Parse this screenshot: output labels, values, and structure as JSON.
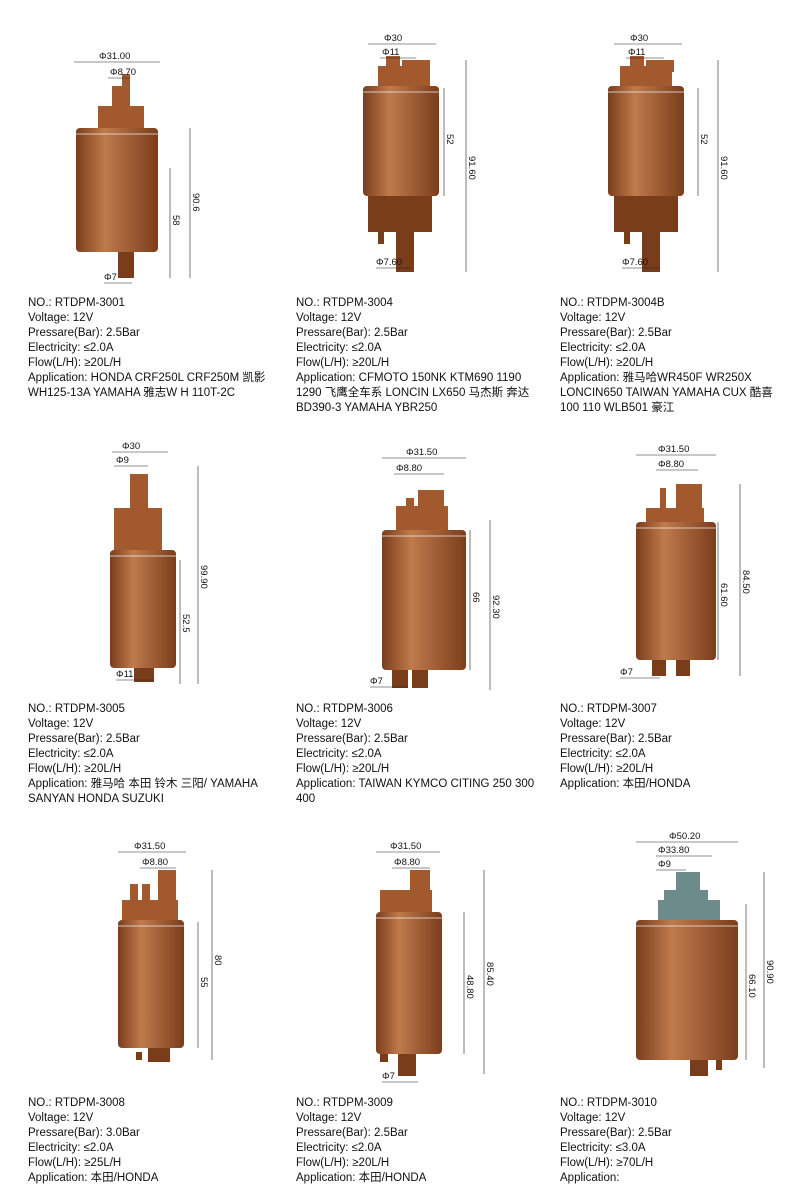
{
  "spec_labels": {
    "no": "NO.:",
    "voltage": "Voltage:",
    "pressure": "Pressare(Bar):",
    "electricity": "Electricity:",
    "flow": "Flow(L/H):",
    "application": "Application:"
  },
  "colors": {
    "body": "#a3592e",
    "body_dark": "#7a3d1c",
    "body_light": "#c07a4c",
    "cap": "#9a9a9a",
    "pump_3010_top": "#6e8b8b"
  },
  "products": [
    {
      "model": "RTDPM-3001",
      "voltage": "12V",
      "pressure": "2.5Bar",
      "electricity": "≤2.0A",
      "flow": "≥20L/H",
      "application": "HONDA CRF250L CRF250M 凯影WH125-13A YAMAHA 雅志W H 110T-2C",
      "dims": {
        "top_outer": "Φ31.00",
        "top_inner": "Φ8.70",
        "right_outer": "90.6",
        "right_inner": "58",
        "bottom": "Φ7"
      }
    },
    {
      "model": "RTDPM-3004",
      "voltage": "12V",
      "pressure": "2.5Bar",
      "electricity": "≤2.0A",
      "flow": "≥20L/H",
      "application": "CFMOTO 150NK KTM690 1190 1290 飞鹰全车系 LONCIN LX650 马杰斯 奔达BD390-3 YAMAHA YBR250",
      "dims": {
        "top_outer": "Φ30",
        "top_inner": "Φ11",
        "right_outer": "91.60",
        "right_inner": "52",
        "bottom": "Φ7.60"
      }
    },
    {
      "model": "RTDPM-3004B",
      "voltage": "12V",
      "pressure": "2.5Bar",
      "electricity": "≤2.0A",
      "flow": "≥20L/H",
      "application": "雅马哈WR450F WR250X LONCIN650 TAIWAN YAMAHA CUX 酷喜100 110 WLB501 豪江",
      "dims": {
        "top_outer": "Φ30",
        "top_inner": "Φ11",
        "right_outer": "91.60",
        "right_inner": "52",
        "bottom": "Φ7.60"
      }
    },
    {
      "model": "RTDPM-3005",
      "voltage": "12V",
      "pressure": "2.5Bar",
      "electricity": "≤2.0A",
      "flow": "≥20L/H",
      "application": "雅马哈 本田 铃木 三阳/ YAMAHA SANYAN HONDA SUZUKI",
      "dims": {
        "top_outer": "Φ30",
        "top_inner": "Φ9",
        "right_outer": "99.90",
        "right_inner": "52.5",
        "bottom": "Φ11"
      }
    },
    {
      "model": "RTDPM-3006",
      "voltage": "12V",
      "pressure": "2.5Bar",
      "electricity": "≤2.0A",
      "flow": "≥20L/H",
      "application": "TAIWAN KYMCO CITING 250 300 400",
      "dims": {
        "top_outer": "Φ31.50",
        "top_inner": "Φ8.80",
        "right_outer": "92.30",
        "right_inner": "66",
        "bottom": "Φ7"
      }
    },
    {
      "model": "RTDPM-3007",
      "voltage": "12V",
      "pressure": "2.5Bar",
      "electricity": "≤2.0A",
      "flow": "≥20L/H",
      "application": "本田/HONDA",
      "dims": {
        "top_outer": "Φ31.50",
        "top_inner": "Φ8.80",
        "right_outer": "84.50",
        "right_inner": "61.60",
        "bottom": "Φ7"
      }
    },
    {
      "model": "RTDPM-3008",
      "voltage": "12V",
      "pressure": "3.0Bar",
      "electricity": "≤2.0A",
      "flow": "≥25L/H",
      "application": "本田/HONDA",
      "dims": {
        "top_outer": "Φ31.50",
        "top_inner": "Φ8.80",
        "right_outer": "80",
        "right_inner": "55",
        "bottom": ""
      }
    },
    {
      "model": "RTDPM-3009",
      "voltage": "12V",
      "pressure": "2.5Bar",
      "electricity": "≤2.0A",
      "flow": "≥20L/H",
      "application": "本田/HONDA",
      "dims": {
        "top_outer": "Φ31.50",
        "top_inner": "Φ8.80",
        "right_outer": "85.40",
        "right_inner": "48.80",
        "bottom": "Φ7"
      }
    },
    {
      "model": "RTDPM-3010",
      "voltage": "12V",
      "pressure": "2.5Bar",
      "electricity": "≤3.0A",
      "flow": "≥70L/H",
      "application": "",
      "dims": {
        "top_outer": "Φ50.20",
        "top_inner": "Φ33.80",
        "top_inner2": "Φ9",
        "right_outer": "90.90",
        "right_inner": "66.10",
        "bottom": ""
      }
    }
  ]
}
